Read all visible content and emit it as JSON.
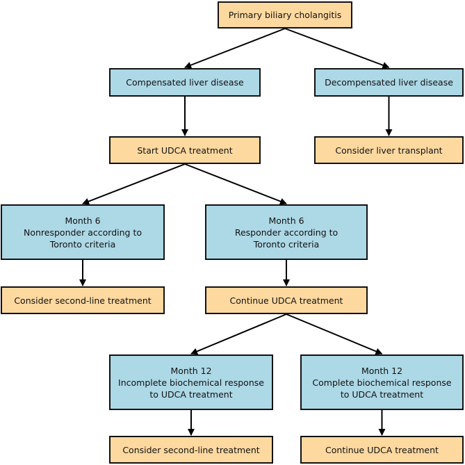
{
  "colors": {
    "action_fill": "#FDD9A0",
    "status_fill": "#ADD8E6",
    "border": "#111111",
    "arrow": "#000000"
  },
  "nodes": {
    "root": {
      "lines": [
        "Primary biliary cholangitis"
      ]
    },
    "compensated": {
      "lines": [
        "Compensated liver disease"
      ]
    },
    "decompensated": {
      "lines": [
        "Decompensated liver disease"
      ]
    },
    "start_udca": {
      "lines": [
        "Start UDCA treatment"
      ]
    },
    "liver_transplant": {
      "lines": [
        "Consider liver transplant"
      ]
    },
    "m6_nonresponder": {
      "lines": [
        "Month 6",
        "Nonresponder according to",
        "Toronto criteria"
      ]
    },
    "m6_responder": {
      "lines": [
        "Month 6",
        "Responder according to",
        "Toronto criteria"
      ]
    },
    "second_line_1": {
      "lines": [
        "Consider second-line treatment"
      ]
    },
    "continue_udca_1": {
      "lines": [
        "Continue UDCA treatment"
      ]
    },
    "m12_incomplete": {
      "lines": [
        "Month 12",
        "Incomplete biochemical response",
        "to UDCA treatment"
      ]
    },
    "m12_complete": {
      "lines": [
        "Month 12",
        "Complete biochemical response",
        "to UDCA treatment"
      ]
    },
    "second_line_2": {
      "lines": [
        "Consider second-line treatment"
      ]
    },
    "continue_udca_2": {
      "lines": [
        "Continue UDCA treatment"
      ]
    }
  },
  "edges": [
    [
      "root",
      "compensated"
    ],
    [
      "root",
      "decompensated"
    ],
    [
      "compensated",
      "start_udca"
    ],
    [
      "decompensated",
      "liver_transplant"
    ],
    [
      "start_udca",
      "m6_nonresponder"
    ],
    [
      "start_udca",
      "m6_responder"
    ],
    [
      "m6_nonresponder",
      "second_line_1"
    ],
    [
      "m6_responder",
      "continue_udca_1"
    ],
    [
      "continue_udca_1",
      "m12_incomplete"
    ],
    [
      "continue_udca_1",
      "m12_complete"
    ],
    [
      "m12_incomplete",
      "second_line_2"
    ],
    [
      "m12_complete",
      "continue_udca_2"
    ]
  ]
}
